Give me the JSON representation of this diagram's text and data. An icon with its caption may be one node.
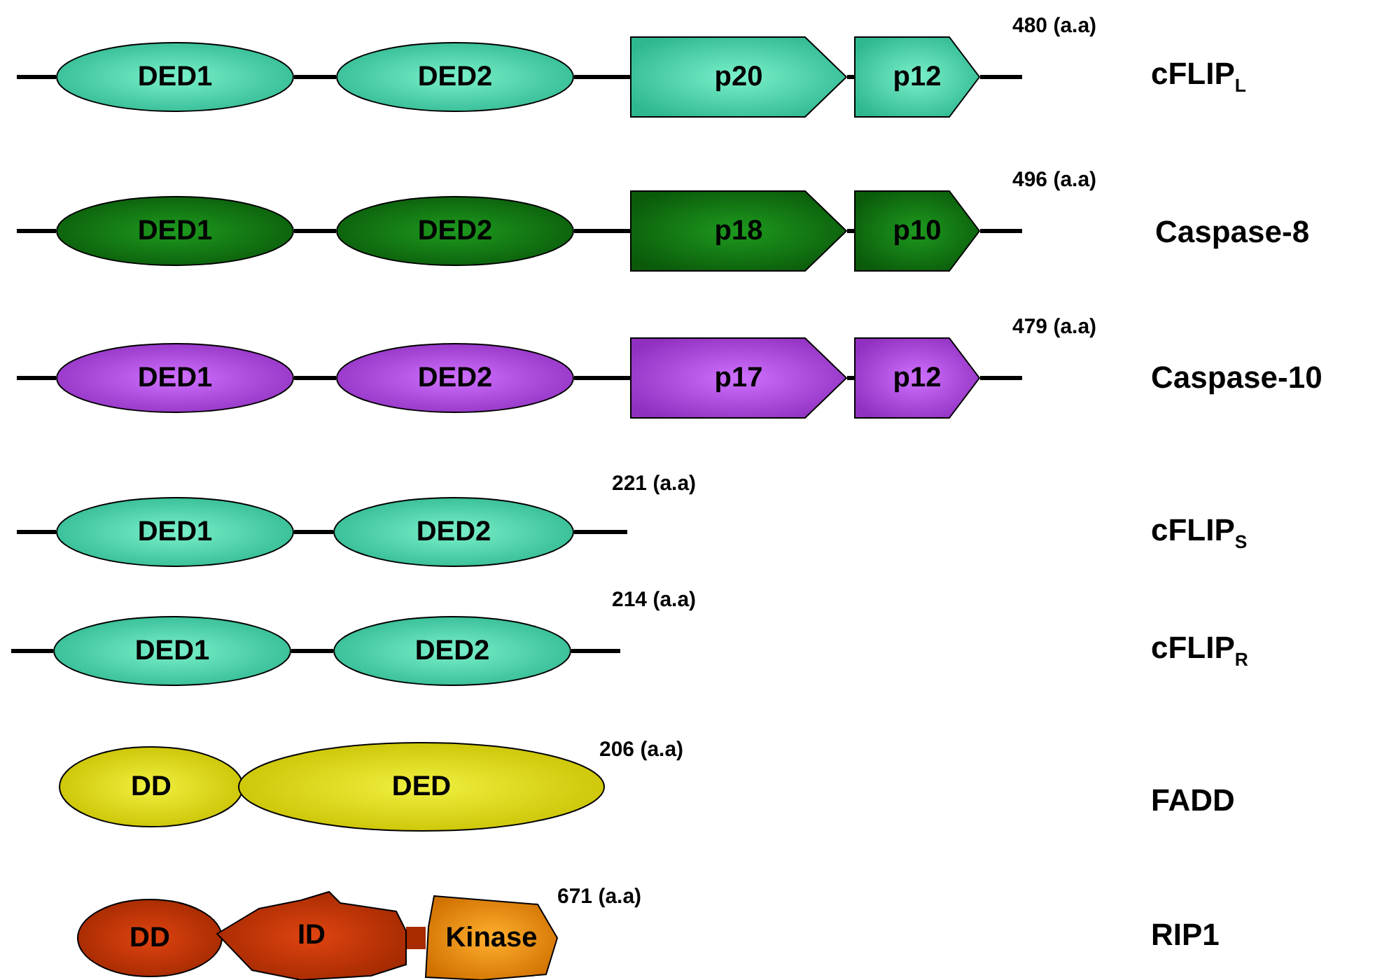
{
  "diagram": {
    "nodes": [
      {
        "text": [
          "DED1"
        ]
      },
      {
        "text": [
          "DED2"
        ]
      },
      {
        "text": [
          "p20"
        ]
      },
      {
        "text": [
          "p12"
        ]
      },
      {
        "text": [
          "DED1"
        ]
      },
      {
        "text": [
          "DED2"
        ]
      },
      {
        "text": [
          "p18"
        ]
      },
      {
        "text": [
          "p10"
        ]
      },
      {
        "text": [
          "DED1"
        ]
      },
      {
        "text": [
          "DED2"
        ]
      },
      {
        "text": [
          "p17"
        ]
      },
      {
        "text": [
          "p12"
        ]
      },
      {
        "text": [
          "DED1"
        ]
      },
      {
        "text": [
          "DED2"
        ]
      },
      {
        "text": [
          "DED1"
        ]
      },
      {
        "text": [
          "DED2"
        ]
      },
      {
        "text": [
          "DD"
        ]
      },
      {
        "text": [
          "DED"
        ]
      },
      {
        "text": [
          "DD"
        ]
      },
      {
        "text": [
          "ID"
        ]
      },
      {
        "text": [
          "Kinase"
        ]
      }
    ],
    "edges": [
      {
        "from": null,
        "to": 0,
        "arrow": "none"
      },
      {
        "from": 0,
        "to": 1,
        "arrow": "none"
      },
      {
        "from": 1,
        "to": 2,
        "arrow": "none"
      },
      {
        "from": 2,
        "to": 3,
        "arrow": "none"
      },
      {
        "from": 3,
        "to": null,
        "arrow": "none"
      },
      {
        "from": null,
        "to": 4,
        "arrow": "none"
      },
      {
        "from": 4,
        "to": 5,
        "arrow": "none"
      },
      {
        "from": 5,
        "to": 6,
        "arrow": "none"
      },
      {
        "from": 6,
        "to": 7,
        "arrow": "none"
      },
      {
        "from": 7,
        "to": null,
        "arrow": "none"
      },
      {
        "from": null,
        "to": 8,
        "arrow": "none"
      },
      {
        "from": 8,
        "to": 9,
        "arrow": "none"
      },
      {
        "from": 9,
        "to": 10,
        "arrow": "none"
      },
      {
        "from": 10,
        "to": 11,
        "arrow": "none"
      },
      {
        "from": 11,
        "to": null,
        "arrow": "none"
      },
      {
        "from": null,
        "to": 12,
        "arrow": "none"
      },
      {
        "from": 12,
        "to": 13,
        "arrow": "none"
      },
      {
        "from": 13,
        "to": null,
        "arrow": "none"
      },
      {
        "from": null,
        "to": 14,
        "arrow": "none"
      },
      {
        "from": 14,
        "to": 15,
        "arrow": "none"
      },
      {
        "from": 15,
        "to": null,
        "arrow": "none"
      },
      {
        "from": 19,
        "to": 20,
        "arrow": "none",
        "style": "thick",
        "color": "#a82a00"
      }
    ],
    "labels": [
      "480 (a.a)",
      "cFLIP$_{L}$",
      "496 (a.a)",
      "Caspase-8",
      "479 (a.a)",
      "Caspase-10",
      "221 (a.a)",
      "cFLIP$_{S}$",
      "214 (a.a)",
      "cFLIP$_{R}$",
      "206 (a.a)",
      "FADD",
      "671 (a.a)",
      "RIP1"
    ]
  }
}
